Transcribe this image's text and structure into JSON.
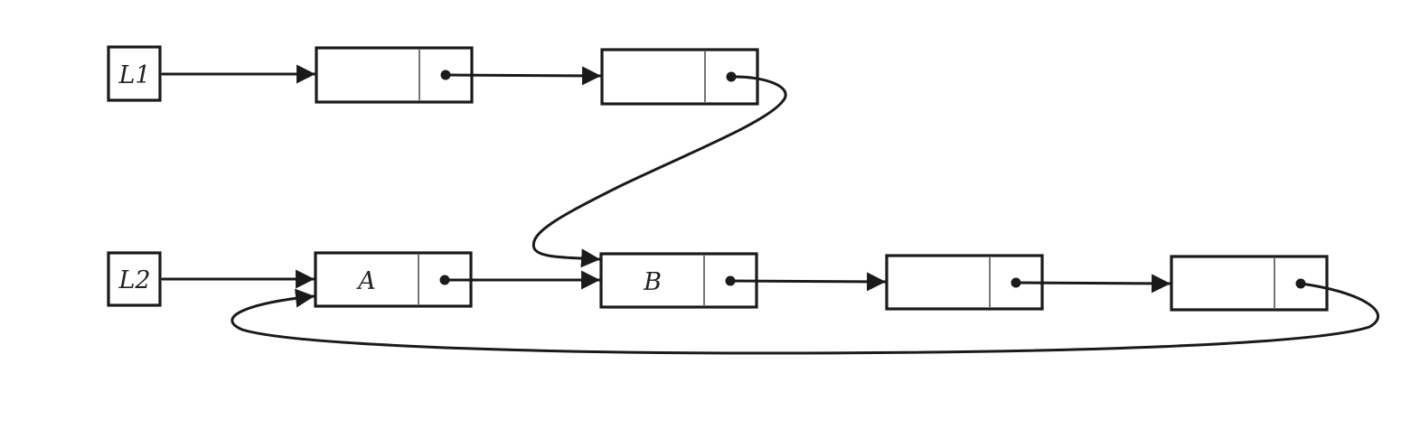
{
  "heads": {
    "l1": "L1",
    "l2": "L2"
  },
  "lists": {
    "l1_nodes": [
      {
        "value": "",
        "next": "l1-node-2"
      },
      {
        "value": "",
        "next": "l2-node-2"
      }
    ],
    "l2_nodes": [
      {
        "value": "A",
        "next": "l2-node-2"
      },
      {
        "value": "B",
        "next": "l2-node-3"
      },
      {
        "value": "",
        "next": "l2-node-4"
      },
      {
        "value": "",
        "next": "l2-node-1"
      }
    ]
  },
  "colors": {
    "ink": "#1a1a1a",
    "background": "#ffffff"
  }
}
